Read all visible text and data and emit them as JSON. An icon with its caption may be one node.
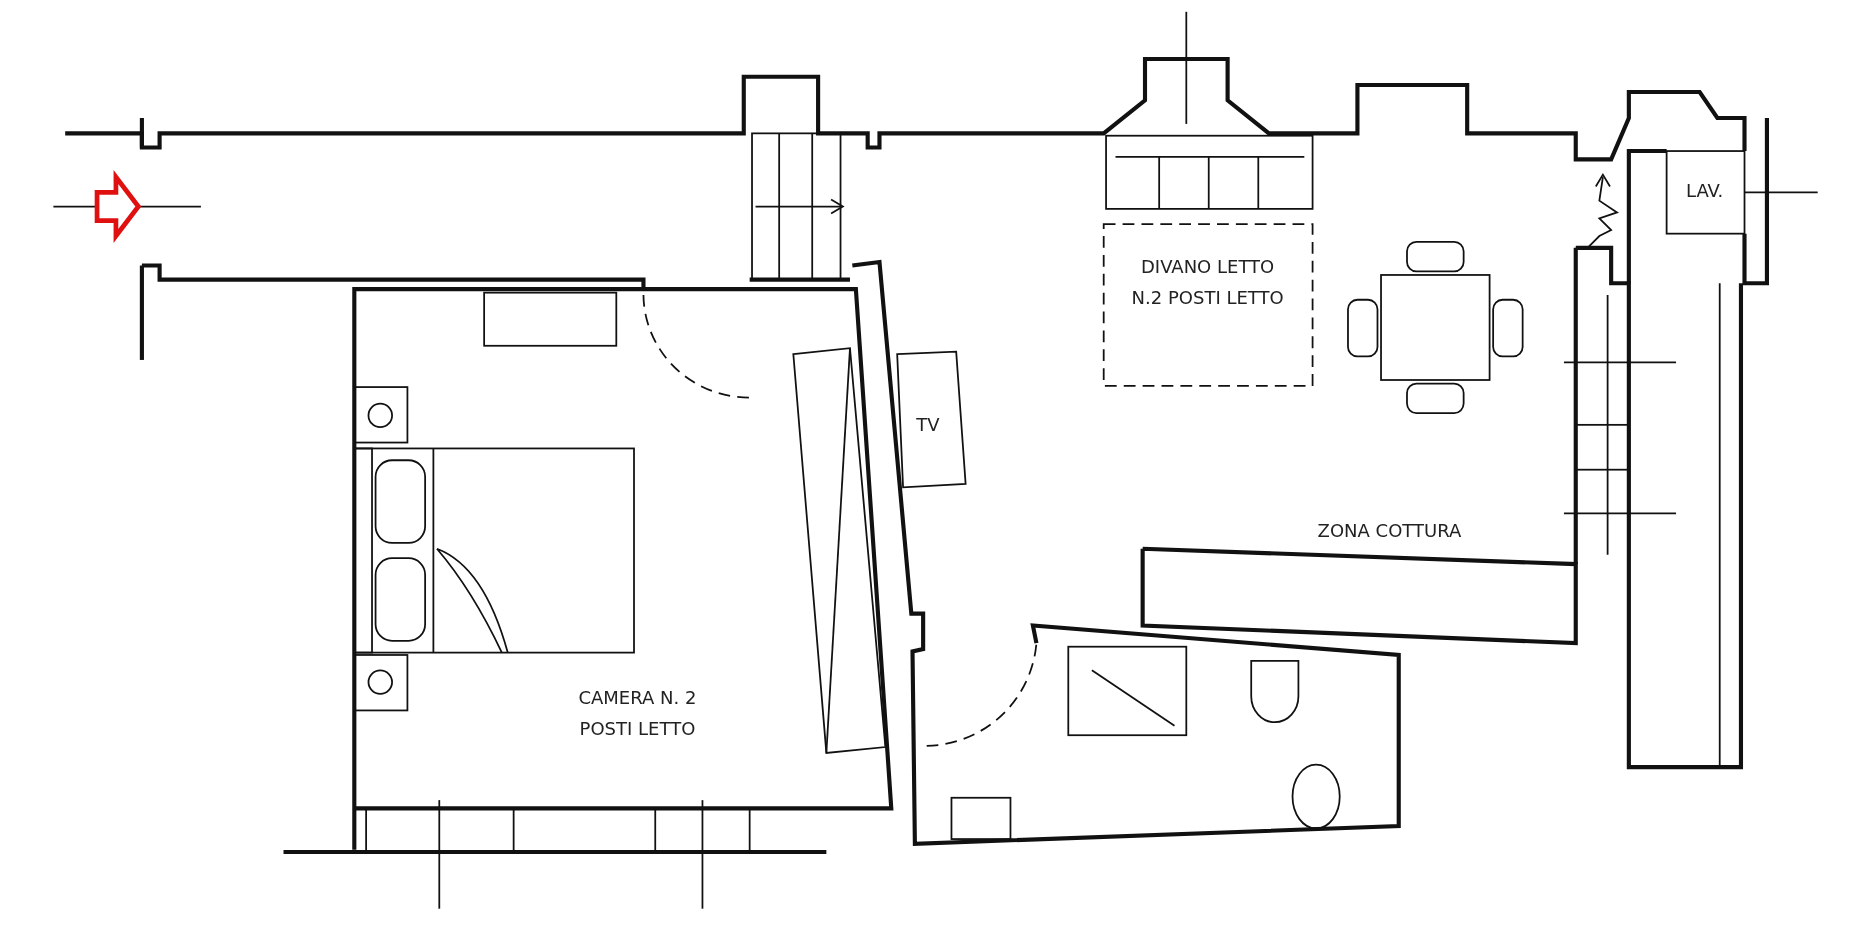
{
  "diagram": {
    "labels": [
      "DIVANO LETTO N.2 POSTI LETTO",
      "TV",
      "LAV.",
      "ZONA COTTURA",
      "CAMERA N. 2 POSTI LETTO"
    ]
  }
}
